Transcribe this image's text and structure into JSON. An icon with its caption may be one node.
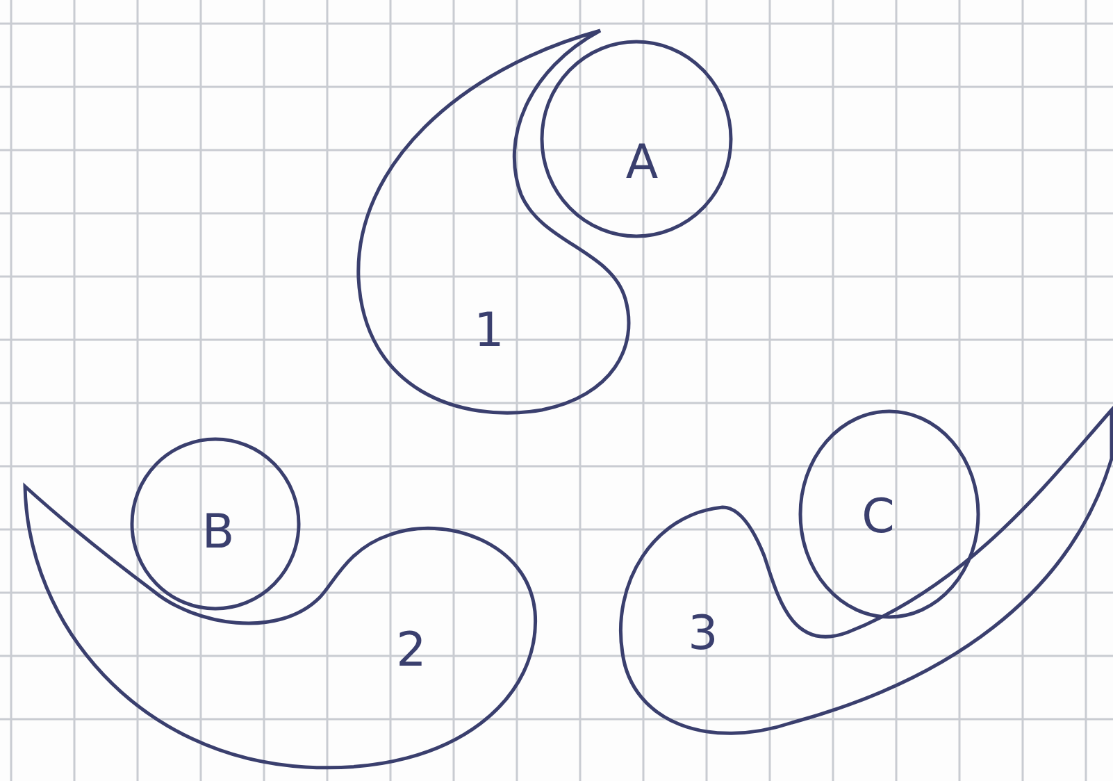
{
  "diagram": {
    "nodes": [
      {
        "text": [
          "1"
        ]
      },
      {
        "text": [
          "A"
        ]
      },
      {
        "text": [
          "B"
        ]
      },
      {
        "text": [
          "2"
        ]
      },
      {
        "text": [
          "C"
        ]
      },
      {
        "text": [
          "3"
        ]
      }
    ]
  }
}
